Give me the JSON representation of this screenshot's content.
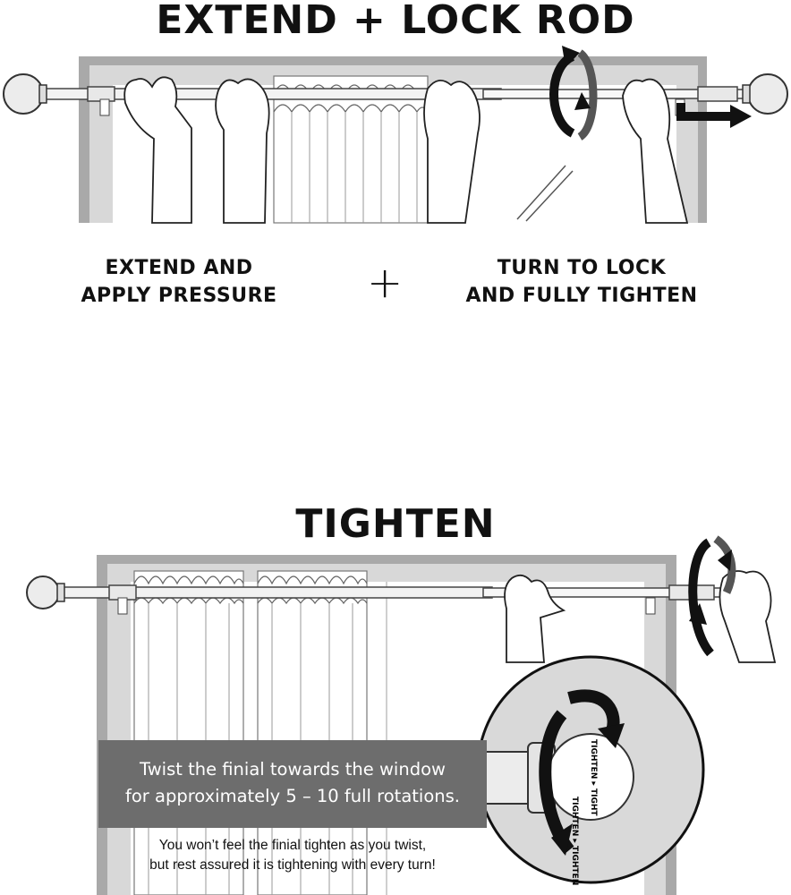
{
  "section1": {
    "title": "EXTEND + LOCK ROD",
    "step_left": [
      "EXTEND AND",
      "APPLY PRESSURE"
    ],
    "plus": "+",
    "step_right": [
      "TURN TO LOCK",
      "AND FULLY TIGHTEN"
    ]
  },
  "section2": {
    "title": "TIGHTEN",
    "banner": [
      "Twist the finial towards the window",
      "for approximately 5 – 10 full rotations."
    ],
    "note": [
      "You won’t feel the finial tighten as you twist,",
      "but rest assured it is tightening with every turn!"
    ],
    "inset_label_vertical": "TIGHTEN ▸ TIGHT",
    "inset_label_mid": "TIGHTEN ▸ TIGHTEN"
  },
  "colors": {
    "frame": "#a9a9a9",
    "frame_light": "#d9d9d9",
    "banner": "#6d6d6d",
    "ink": "#111111"
  },
  "icons": [
    "curtain-rod",
    "finial-ball",
    "hand",
    "rotate-arrow",
    "push-arrow"
  ]
}
